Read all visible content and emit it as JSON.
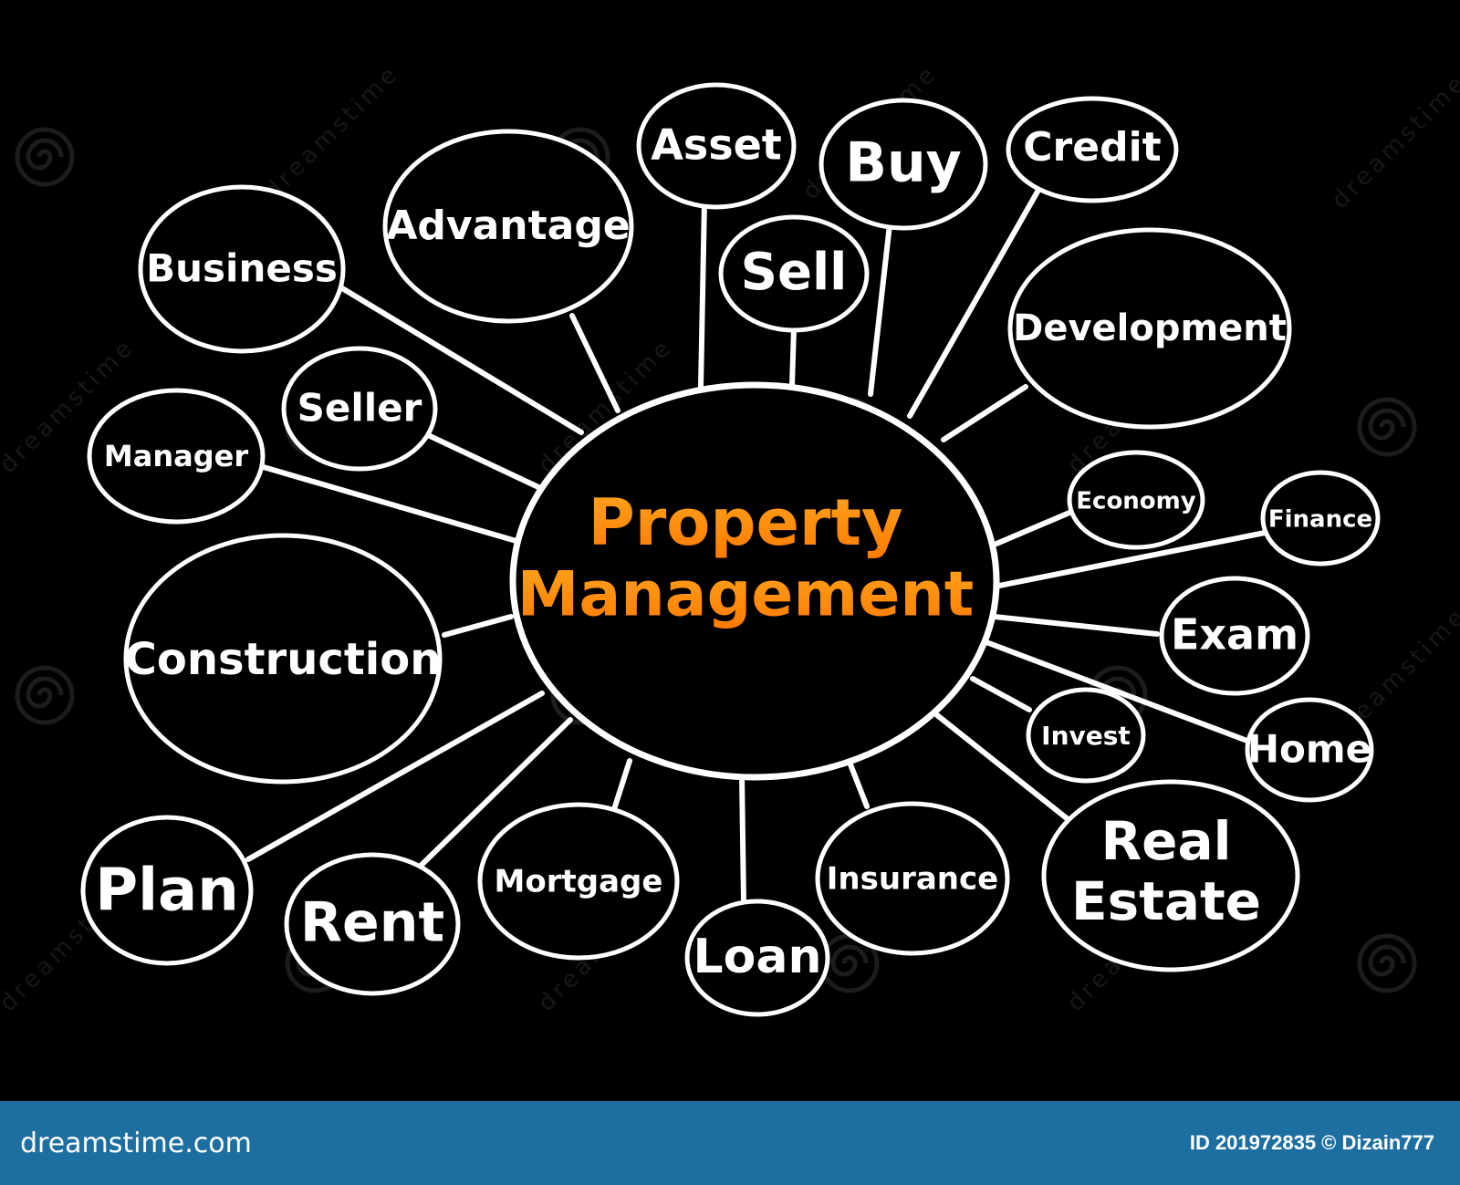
{
  "colors": {
    "background": "#000000",
    "stroke": "#ffffff",
    "center_gradient_top": "#ffa51f",
    "center_gradient_bottom": "#ff7a00",
    "footer_bg": "#1d6fa1"
  },
  "diagram": {
    "center": {
      "line1": "Property",
      "line2": "Management"
    },
    "nodes": {
      "asset": "Asset",
      "buy": "Buy",
      "credit": "Credit",
      "advantage": "Advantage",
      "business": "Business",
      "sell": "Sell",
      "development": "Development",
      "seller": "Seller",
      "manager": "Manager",
      "economy": "Economy",
      "finance": "Finance",
      "construction": "Construction",
      "exam": "Exam",
      "invest": "Invest",
      "home": "Home",
      "plan": "Plan",
      "rent": "Rent",
      "mortgage": "Mortgage",
      "insurance": "Insurance",
      "loan": "Loan",
      "real_estate_line1": "Real",
      "real_estate_line2": "Estate"
    }
  },
  "watermark": {
    "text": "dreamstime",
    "icon": "spiral-icon"
  },
  "footer": {
    "brand": "dreamstime.com",
    "info": "ID 201972835 © Dizain777"
  }
}
